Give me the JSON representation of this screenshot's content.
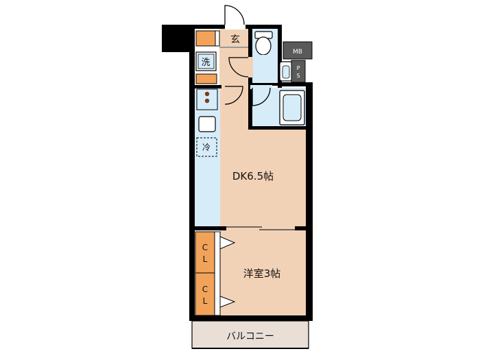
{
  "rooms": {
    "genkan": "玄",
    "laundry": "洗",
    "mb": "MB",
    "ps": "P S",
    "fridge": "冷",
    "dk": "DK6.5帖",
    "western": "洋室3帖",
    "closet_1": "C L",
    "closet_2": "C L",
    "balcony": "バルコニー"
  },
  "colors": {
    "floor": "#f2d2b6",
    "wet_area": "#d6ecf9",
    "closet": "#f2a35a",
    "balcony": "#e9dfd6",
    "wall": "#000000",
    "service": "#5a5a5a"
  }
}
